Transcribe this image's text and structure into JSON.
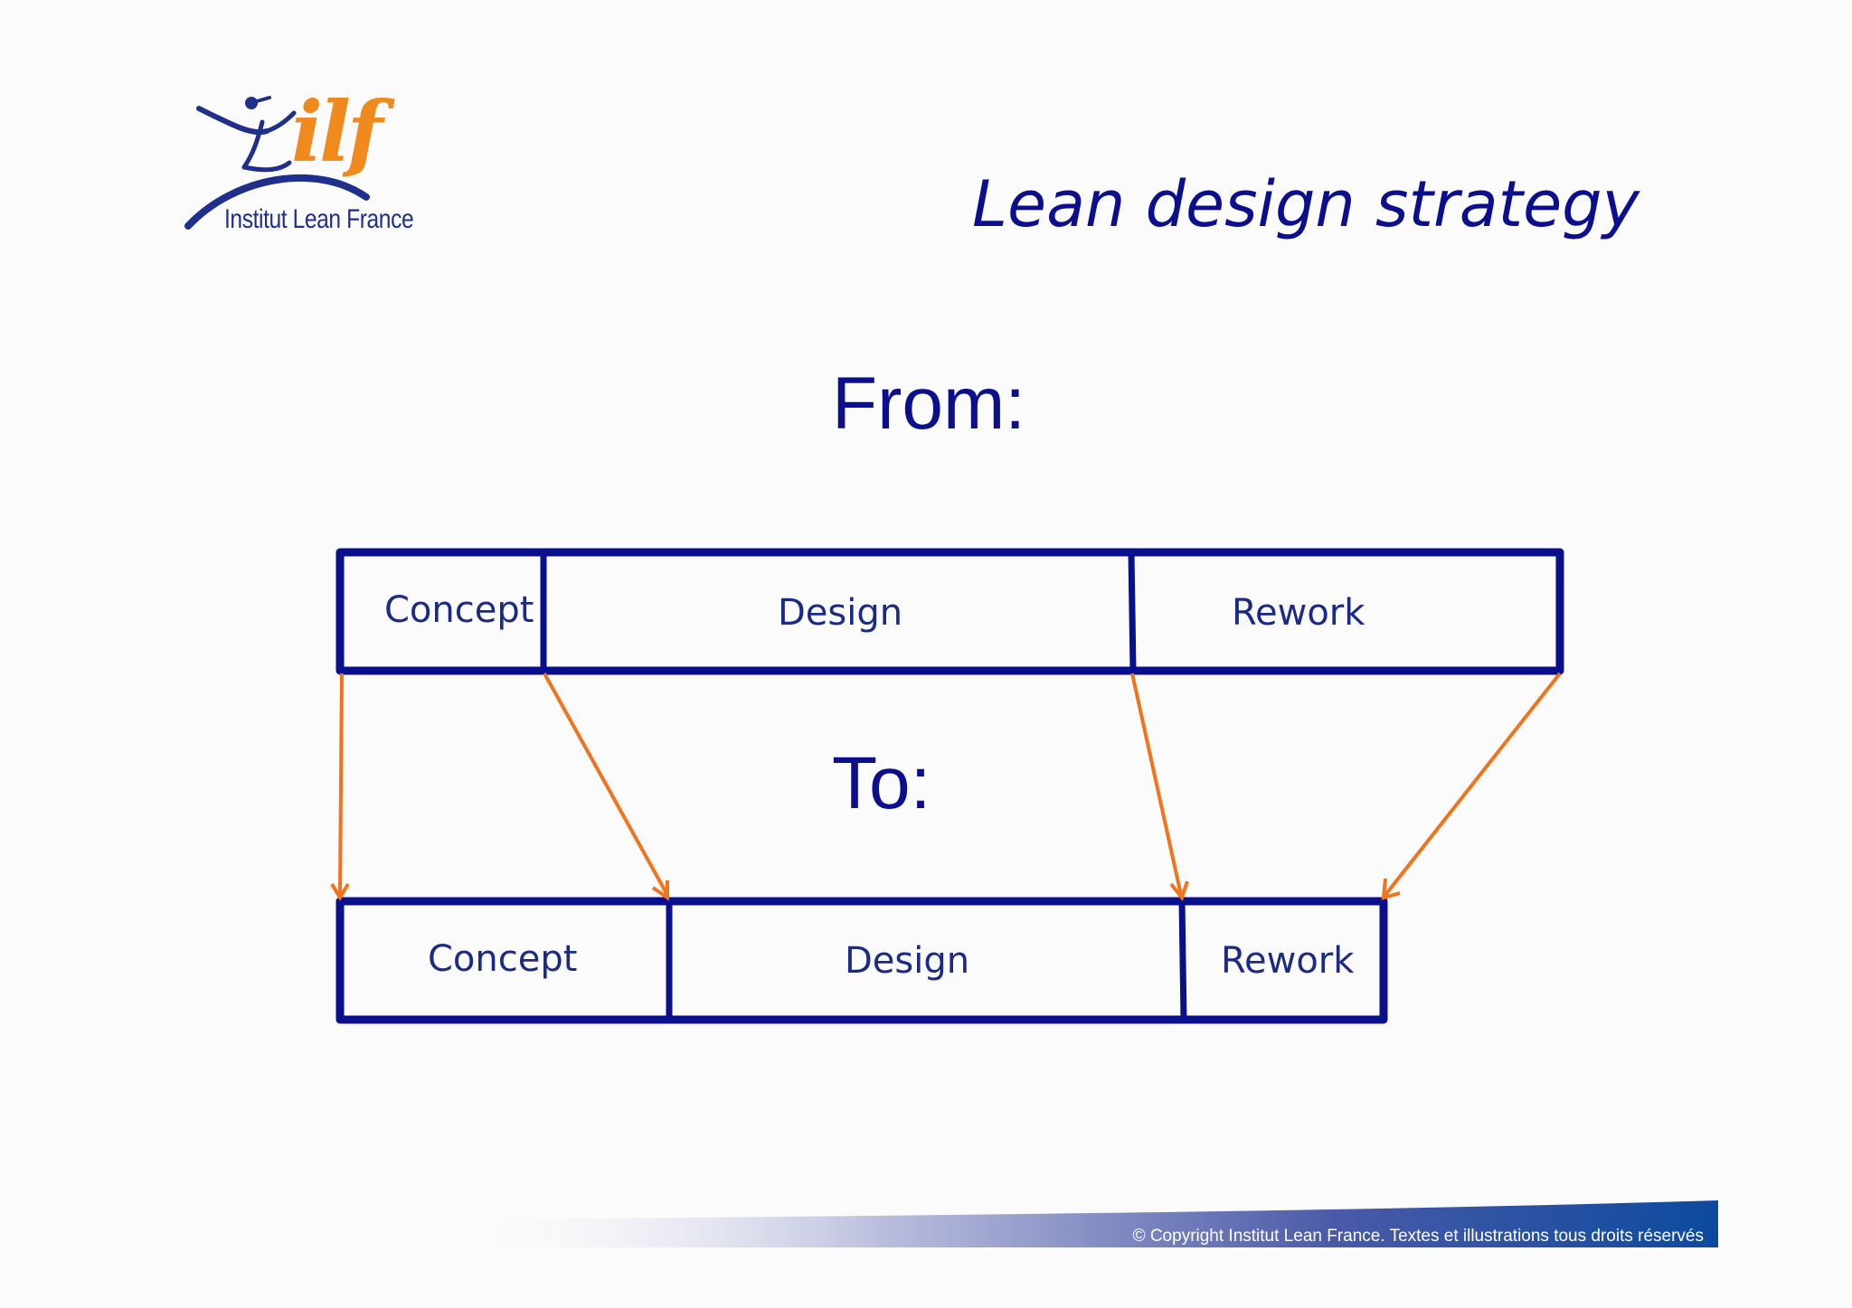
{
  "brand": {
    "logo_monogram": "ilf",
    "logo_name": "Institut Lean France"
  },
  "title": "Lean design strategy",
  "from_label": "From:",
  "to_label": "To:",
  "from_bar": {
    "segments": [
      "Concept",
      "Design",
      "Rework"
    ]
  },
  "to_bar": {
    "segments": [
      "Concept",
      "Design",
      "Rework"
    ]
  },
  "colors": {
    "bar_border": "#0a0f8c",
    "arrow": "#f0731e",
    "title": "#0b0f8e",
    "logo_orange": "#f08a1c",
    "footer_band": "#0c4a9e"
  },
  "footer": {
    "copyright": "© Copyright Institut Lean France. Textes et illustrations tous droits réservés"
  }
}
